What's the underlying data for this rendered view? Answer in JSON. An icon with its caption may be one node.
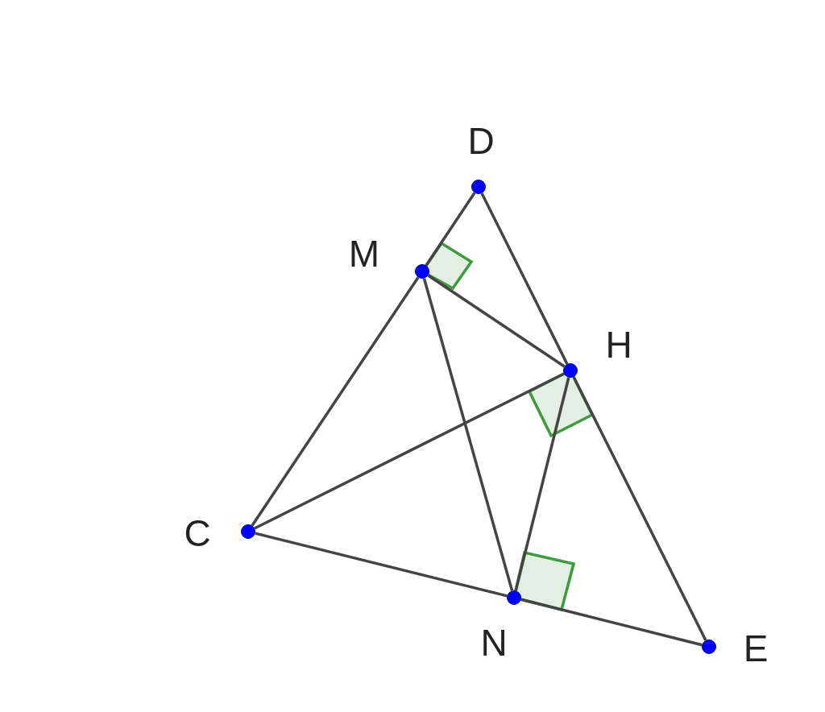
{
  "diagram": {
    "nodes": [
      {
        "text": [],
        "shape": "circle",
        "beside": [
          "D"
        ]
      },
      {
        "text": [],
        "shape": "circle",
        "beside": [
          "M"
        ]
      },
      {
        "text": [],
        "shape": "circle",
        "beside": [
          "H"
        ]
      },
      {
        "text": [],
        "shape": "circle",
        "beside": [
          "C"
        ]
      },
      {
        "text": [],
        "shape": "circle",
        "beside": [
          "N"
        ]
      },
      {
        "text": [],
        "shape": "circle",
        "beside": [
          "E"
        ]
      }
    ],
    "edges": [
      {
        "from": 0,
        "to": 1,
        "arrow": "none"
      },
      {
        "from": 1,
        "to": 3,
        "arrow": "none"
      },
      {
        "from": 0,
        "to": 2,
        "arrow": "none"
      },
      {
        "from": 2,
        "to": 5,
        "arrow": "none"
      },
      {
        "from": 3,
        "to": 4,
        "arrow": "none"
      },
      {
        "from": 4,
        "to": 5,
        "arrow": "none"
      },
      {
        "from": 1,
        "to": 2,
        "arrow": "none"
      },
      {
        "from": 3,
        "to": 2,
        "arrow": "none"
      },
      {
        "from": 1,
        "to": 4,
        "arrow": "none"
      },
      {
        "from": 2,
        "to": 4,
        "arrow": "none"
      }
    ]
  }
}
